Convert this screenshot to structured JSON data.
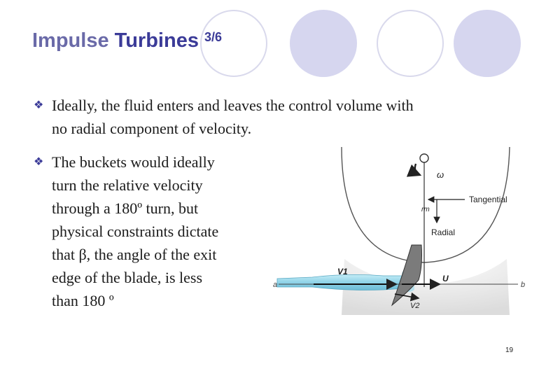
{
  "slide": {
    "title_word1": "Impulse",
    "title_word2": "Turbines",
    "title_sup": "3/6",
    "page_number": "19"
  },
  "bullets": [
    {
      "icon": "diamond-bullet-icon",
      "lines": [
        "Ideally, the fluid enters and leaves the control volume with",
        "no radial component of velocity."
      ]
    },
    {
      "icon": "diamond-bullet-icon",
      "lines": [
        "The buckets would ideally",
        "turn the relative velocity",
        "through a 180º turn, but",
        "physical constraints dictate",
        "that β, the angle of the exit",
        "edge of the blade, is less",
        "than 180 º"
      ]
    }
  ],
  "figure": {
    "label_omega": "ω",
    "label_tangential": "Tangential",
    "label_rm": "rm",
    "label_radial": "Radial",
    "label_v1": "V1",
    "label_u": "U",
    "label_v2": "V2",
    "label_a": "a",
    "label_b": "b"
  },
  "colors": {
    "title": "#3b3b98",
    "decor_fill": "#d6d6ef",
    "decor_outline": "#d9d9ec",
    "jet": "#8fd3e8"
  }
}
